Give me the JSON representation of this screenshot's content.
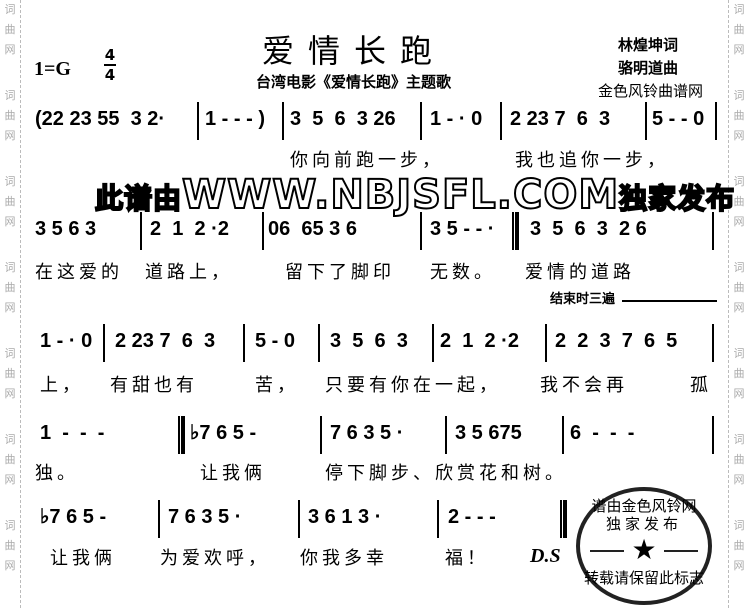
{
  "side_watermark": "词曲网",
  "header": {
    "title": "爱情长跑",
    "subtitle": "台湾电影《爱情长跑》主题歌",
    "key": "1=G",
    "meter_top": "4",
    "meter_bottom": "4",
    "lyricist": "林煌坤词",
    "composer": "骆明道曲",
    "site": "金色风铃曲谱网"
  },
  "watermark": {
    "prefix": "此谱由",
    "url": "WWW.NBJSFL.COM",
    "suffix": "独家发布"
  },
  "rows": [
    {
      "measures": [
        "(22 23 55  3 2·",
        "1 - - - )",
        "3  5  6  3 26",
        "1 - · 0",
        "2 23 7  6  3",
        "5 - - 0"
      ],
      "lyrics": [
        "你向前跑一步，",
        "我也追你一步，"
      ]
    },
    {
      "measures": [
        "3 5 6 3",
        "2  1  2 ·2",
        "06  65 3 6",
        "3 5 - - ·",
        "3  5  6  3  2 6"
      ],
      "lyrics": [
        "在这爱的",
        "道路上，",
        "留下了脚印",
        "无数。",
        "爱情的道路"
      ]
    },
    {
      "measures": [
        "1 - · 0",
        "2 23 7  6  3",
        "5 - 0",
        "3  5  6  3",
        "2  1  2 ·2",
        "2  2  3  7  6  5"
      ],
      "lyrics": [
        "上，",
        "有甜也有",
        "苦，",
        "只要有你在一起，",
        "我不会再",
        "孤"
      ]
    },
    {
      "measures": [
        "1  -  -  -",
        "♭7 6 5 -",
        "7 6 3 5 ·",
        "3 5 675",
        "6  -  -  -"
      ],
      "lyrics": [
        "独。",
        "让我俩",
        "停下脚步、欣赏花和树。"
      ]
    },
    {
      "measures": [
        "♭7 6 5 -",
        "7 6 3 5 ·",
        "3 6 1 3 ·",
        "2 - - -"
      ],
      "lyrics": [
        "让我俩",
        "为爱欢呼，",
        "你我多幸",
        "福！"
      ]
    }
  ],
  "ending_note": "结束时三遍",
  "ds": "D.S",
  "stamp": {
    "arc": "谱由金色风铃网",
    "middle": "独家发布",
    "footer": "转载请保留此标志"
  }
}
